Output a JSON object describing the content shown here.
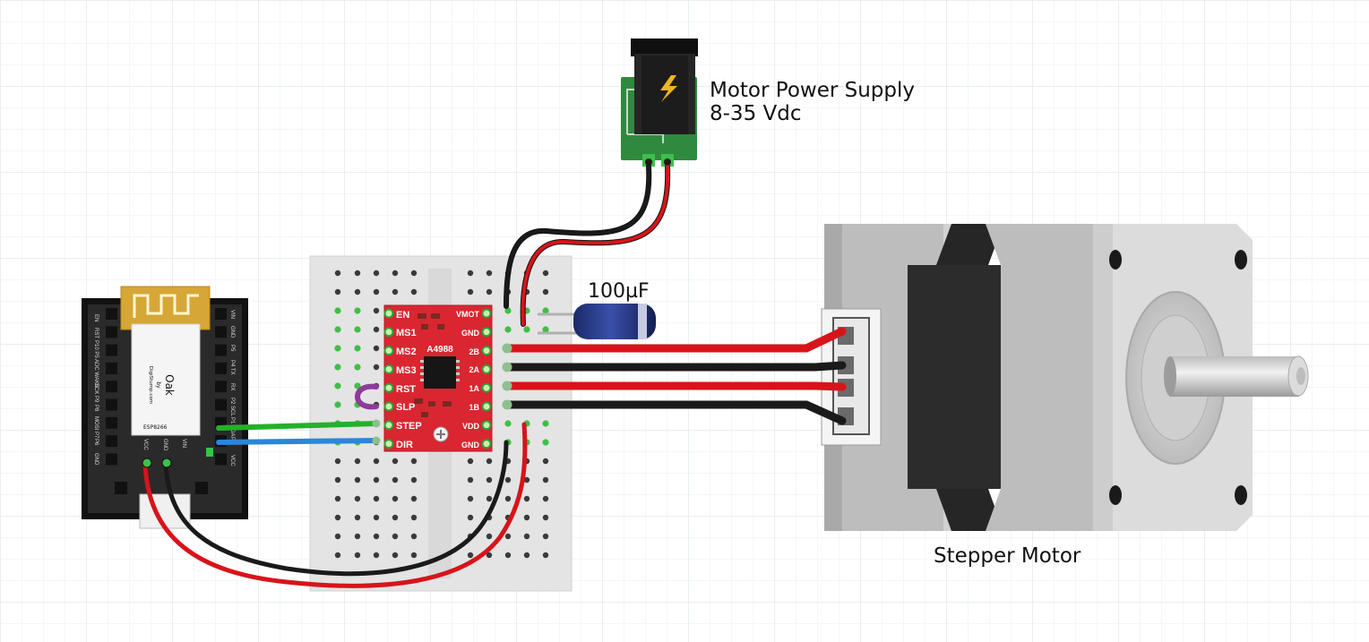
{
  "labels": {
    "power_supply_title": "Motor Power Supply",
    "power_supply_voltage": "8-35 Vdc",
    "capacitor": "100µF",
    "motor": "Stepper Motor"
  },
  "driver": {
    "chip": "A4988",
    "left_pins": [
      "EN",
      "MS1",
      "MS2",
      "MS3",
      "RST",
      "SLP",
      "STEP",
      "DIR"
    ],
    "right_pins": [
      "VMOT",
      "GND",
      "2B",
      "2A",
      "1A",
      "1B",
      "VDD",
      "GND"
    ]
  },
  "oak": {
    "name": "Oak",
    "by": "by",
    "maker": "DigiStump.com",
    "chip": "ESP8266",
    "left_pins": [
      "EN",
      "RST",
      "P10 P5",
      "ADC WAKE",
      "SCK P9",
      "P8",
      "MOSI P7",
      "P6",
      "GND"
    ],
    "right_pins": [
      "VIN",
      "GND",
      "P5",
      "P4 TX",
      "RX",
      "P2 SCL",
      "P1 SDA",
      "P0",
      "VCC"
    ],
    "bottom_pins": [
      "VCC",
      "GND",
      "VIN"
    ]
  },
  "colors": {
    "wire_red": "#d7141a",
    "wire_black": "#1a1a1a",
    "wire_green": "#25b02a",
    "wire_blue": "#2b86d9",
    "driver_board": "#d92631",
    "pcb_green": "#2f8a3e"
  }
}
